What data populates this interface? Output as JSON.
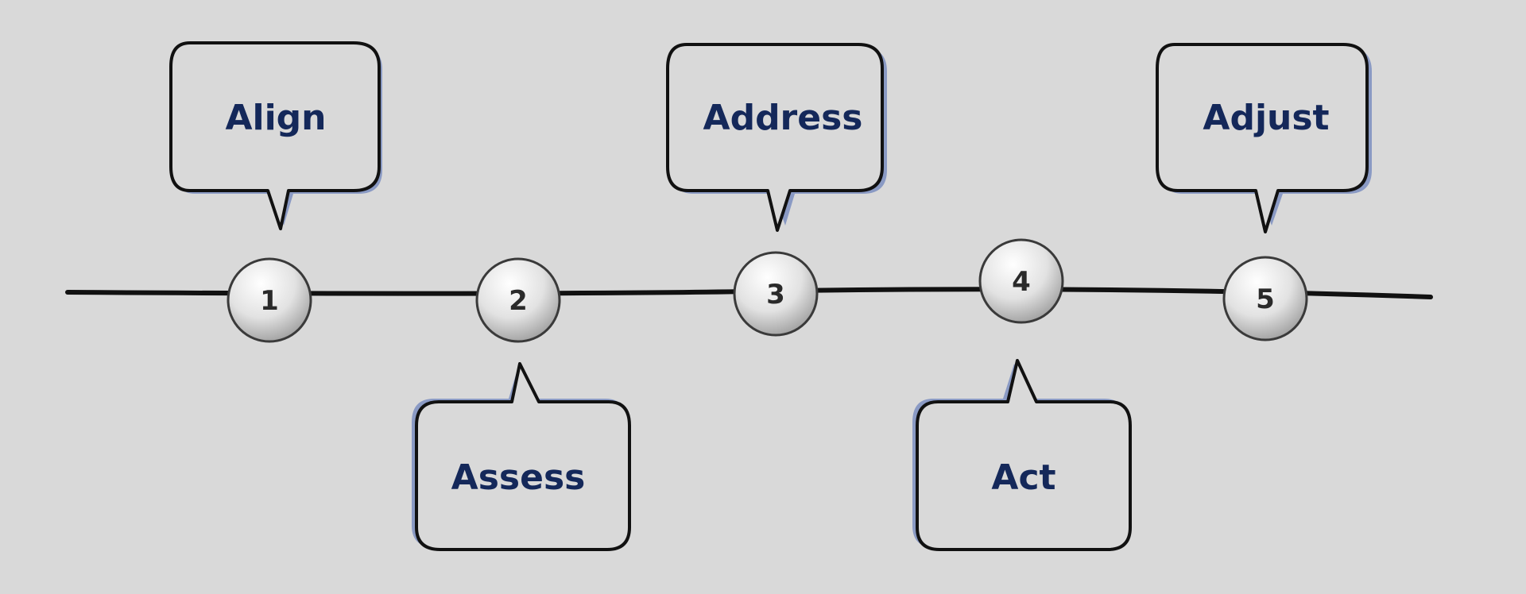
{
  "steps": [
    {
      "number": "1",
      "label": "Align",
      "callout_side": "above"
    },
    {
      "number": "2",
      "label": "Assess",
      "callout_side": "below"
    },
    {
      "number": "3",
      "label": "Address",
      "callout_side": "above"
    },
    {
      "number": "4",
      "label": "Act",
      "callout_side": "below"
    },
    {
      "number": "5",
      "label": "Adjust",
      "callout_side": "above"
    }
  ],
  "colors": {
    "background": "#d9d9d9",
    "label_text": "#14285a",
    "callout_fill": "#d9d9d9",
    "callout_stroke": "#111111",
    "callout_shadow": "#8a9ac4",
    "timeline": "#111111"
  }
}
